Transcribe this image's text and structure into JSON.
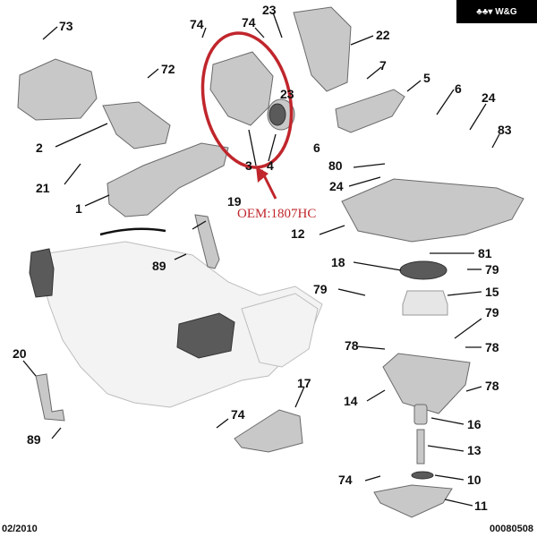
{
  "brand": {
    "logo_glyph": "♣♣▾",
    "name": "W&G"
  },
  "annotation": {
    "oem_label": "OEM:1807HC",
    "highlight_color": "#c0262c"
  },
  "footer": {
    "date": "02/2010",
    "reference": "00080508"
  },
  "part_labels": {
    "p73": "73",
    "p74a": "74",
    "p74b": "74",
    "p23a": "23",
    "p23b": "23",
    "p22": "22",
    "p72": "72",
    "p7": "7",
    "p5": "5",
    "p6a": "6",
    "p6b": "6",
    "p24a": "24",
    "p24b": "24",
    "p83": "83",
    "p2": "2",
    "p21": "21",
    "p1": "1",
    "p3": "3",
    "p4": "4",
    "p80": "80",
    "p19": "19",
    "p12": "12",
    "p89a": "89",
    "p89b": "89",
    "p81": "81",
    "p18": "18",
    "p79a": "79",
    "p79b": "79",
    "p79c": "79",
    "p15": "15",
    "p20": "20",
    "p78a": "78",
    "p78b": "78",
    "p78c": "78",
    "p14": "14",
    "p17": "17",
    "p16": "16",
    "p74c": "74",
    "p74d": "74",
    "p13": "13",
    "p10": "10",
    "p11": "11"
  }
}
